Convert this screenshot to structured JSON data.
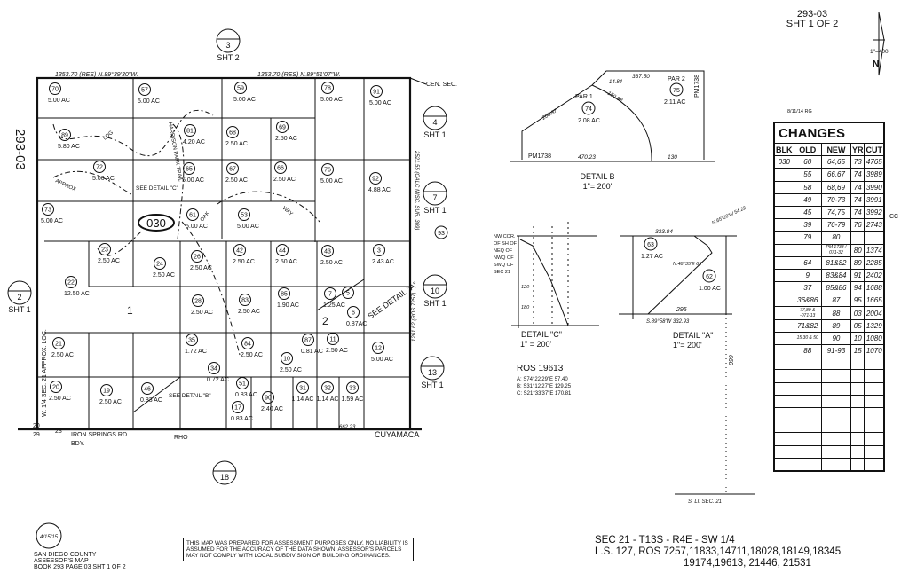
{
  "header": {
    "map_number": "293-03",
    "sheet": "SHT 1 OF 2",
    "scale": "1\"=400'",
    "north": "N",
    "revision": "8/11/14 RG"
  },
  "side_label": "293-03",
  "block_label": "030",
  "boundary_labels": {
    "north_left": "1353.70 (RES)   N.89°39'30\"W.",
    "north_right": "1353.70 (RES)   N.89°51'07\"W.",
    "cen_sec": "CEN. SEC.",
    "east": "2521.55 (CALC MISC. SUR. 369)",
    "east_lower": "1261.62 (ROS 7257)",
    "west": "W. 1/4 SEC. 21  APPROX. LOC.",
    "iron_springs": "IRON SPRINGS RD.",
    "bdy": "BDY.",
    "rho": "RHO",
    "cuyamaca": "CUYAMACA",
    "south_dim": "662.23",
    "corner_20": "20",
    "corner_29": "29",
    "corner_28": "28",
    "harrison_park_trail": "HARRISON PARK TRAIL",
    "log": "LOG",
    "way": "WAY",
    "oak": "OAK",
    "approx": "APPROX",
    "see_detail_c": "SEE DETAIL \"C\"",
    "see_detail_b": "SEE DETAIL \"B\"",
    "see_detail_a": "SEE DETAIL \"A\"",
    "lot_1": "1",
    "lot_2": "2"
  },
  "sheet_refs": [
    {
      "num": "3",
      "sht": "SHT 2"
    },
    {
      "num": "4",
      "sht": "SHT 1"
    },
    {
      "num": "7",
      "sht": "SHT 1"
    },
    {
      "num": "10",
      "sht": "SHT 1"
    },
    {
      "num": "13",
      "sht": "SHT 1"
    },
    {
      "num": "18",
      "sht": ""
    },
    {
      "num": "2",
      "sht": "SHT 1"
    },
    {
      "num": "93",
      "sht": ""
    }
  ],
  "parcels": [
    {
      "num": "70",
      "ac": "5.00 AC"
    },
    {
      "num": "57",
      "ac": "5.00 AC"
    },
    {
      "num": "59",
      "ac": "5.00 AC"
    },
    {
      "num": "78",
      "ac": "5.00 AC"
    },
    {
      "num": "91",
      "ac": "5.00 AC"
    },
    {
      "num": "89",
      "ac": "5.80 AC"
    },
    {
      "num": "81",
      "ac": "4.20 AC"
    },
    {
      "num": "68",
      "ac": "2.50 AC"
    },
    {
      "num": "69",
      "ac": "2.50 AC"
    },
    {
      "num": "72",
      "ac": "5.00 AC"
    },
    {
      "num": "65",
      "ac": "5.00 AC"
    },
    {
      "num": "67",
      "ac": "2.50 AC"
    },
    {
      "num": "66",
      "ac": "2.50 AC"
    },
    {
      "num": "76",
      "ac": "5.00 AC"
    },
    {
      "num": "92",
      "ac": "4.88 AC"
    },
    {
      "num": "73",
      "ac": "5.00 AC"
    },
    {
      "num": "61",
      "ac": "5.00 AC"
    },
    {
      "num": "53",
      "ac": "5.00 AC"
    },
    {
      "num": "23",
      "ac": "2.50 AC"
    },
    {
      "num": "24",
      "ac": "2.50 AC"
    },
    {
      "num": "26",
      "ac": "2.50 AC"
    },
    {
      "num": "42",
      "ac": "2.50 AC"
    },
    {
      "num": "44",
      "ac": "2.50 AC"
    },
    {
      "num": "43",
      "ac": "2.50 AC"
    },
    {
      "num": "3",
      "ac": "2.43 AC"
    },
    {
      "num": "22",
      "ac": "12.50 AC"
    },
    {
      "num": "28",
      "ac": "2.50 AC"
    },
    {
      "num": "83",
      "ac": "2.50 AC"
    },
    {
      "num": "85",
      "ac": "1.90 AC"
    },
    {
      "num": "7",
      "ac": "1.25 AC"
    },
    {
      "num": "5",
      "ac": ""
    },
    {
      "num": "6",
      "ac": "0.87AC"
    },
    {
      "num": "21",
      "ac": "2.50 AC"
    },
    {
      "num": "35",
      "ac": "1.72 AC"
    },
    {
      "num": "34",
      "ac": "0.72 AC"
    },
    {
      "num": "84",
      "ac": "2.50 AC"
    },
    {
      "num": "87",
      "ac": "0.81 AC"
    },
    {
      "num": "10",
      "ac": "2.50 AC"
    },
    {
      "num": "11",
      "ac": "2.50 AC"
    },
    {
      "num": "12",
      "ac": "5.00 AC"
    },
    {
      "num": "20",
      "ac": "2.50 AC"
    },
    {
      "num": "19",
      "ac": "2.50 AC"
    },
    {
      "num": "46",
      "ac": "0.83 AC"
    },
    {
      "num": "51",
      "ac": "0.83 AC"
    },
    {
      "num": "17",
      "ac": "0.83 AC"
    },
    {
      "num": "90",
      "ac": "2.40 AC"
    },
    {
      "num": "31",
      "ac": "1.14 AC"
    },
    {
      "num": "32",
      "ac": "1.14 AC"
    },
    {
      "num": "33",
      "ac": "1.59 AC"
    }
  ],
  "detail_b": {
    "title": "DETAIL B",
    "scale": "1\"= 200'",
    "par1": "PAR 1",
    "p74": "74",
    "ac74": "2.08 AC",
    "par2": "PAR 2",
    "p75": "75",
    "ac75": "2.11 AC",
    "pm": "PM1738",
    "pm2": "PM1738",
    "d1": "470.23",
    "d2": "130",
    "d3": "337.50",
    "d4": "208.87",
    "d5": "150.98",
    "d6": "14.84"
  },
  "detail_c": {
    "title": "DETAIL \"C\"",
    "scale": "1\" = 200'",
    "note": [
      "NW COR.",
      "OF SH OF",
      "NEQ OF",
      "NWQ OF",
      "SWQ OF",
      "SEC 21"
    ],
    "d1": "120",
    "d2": "180"
  },
  "detail_a": {
    "title": "DETAIL \"A\"",
    "scale": "1\"= 200'",
    "p63": "63",
    "ac63": "1.27 AC",
    "p62": "62",
    "ac62": "1.00 AC",
    "d1": "333.84",
    "d2": "295",
    "d3": "S.89°58'W   332.93",
    "d4": "N.48°35'E 65'",
    "d5": "N.65°20'W 54.22",
    "d6": "660"
  },
  "ros": {
    "title": "ROS 19613",
    "lines": [
      "A:  S74°22'29\"E   57.40",
      "B:  S31°12'27\"E   129.25",
      "C:  S21°33'37\"E   170.81"
    ]
  },
  "section_line": "S. LI. SEC. 21",
  "changes": {
    "title": "CHANGES",
    "columns": [
      "BLK",
      "OLD",
      "NEW",
      "YR",
      "CUT"
    ],
    "rows": [
      [
        "030",
        "60",
        "64,65",
        "73",
        "4765"
      ],
      [
        "",
        "55",
        "66,67",
        "74",
        "3989"
      ],
      [
        "",
        "58",
        "68,69",
        "74",
        "3990"
      ],
      [
        "",
        "49",
        "70-73",
        "74",
        "3991"
      ],
      [
        "",
        "45",
        "74,75",
        "74",
        "3992"
      ],
      [
        "",
        "39",
        "76-79",
        "76",
        "2743"
      ],
      [
        "",
        "79",
        "80",
        "",
        ""
      ],
      [
        "",
        "",
        "PM 1738 / 071-32",
        "80",
        "1374"
      ],
      [
        "",
        "64",
        "81&82",
        "89",
        "2285"
      ],
      [
        "",
        "9",
        "83&84",
        "91",
        "2402"
      ],
      [
        "",
        "37",
        "85&86",
        "94",
        "1688"
      ],
      [
        "",
        "36&86",
        "87",
        "95",
        "1665"
      ],
      [
        "",
        "77,80 & -071-13",
        "88",
        "03",
        "2004"
      ],
      [
        "",
        "71&82",
        "89",
        "05",
        "1329"
      ],
      [
        "",
        "15,30 & 50",
        "90",
        "10",
        "1080"
      ],
      [
        "",
        "88",
        "91-93",
        "15",
        "1070"
      ],
      [
        "",
        "",
        "",
        "",
        ""
      ],
      [
        "",
        "",
        "",
        "",
        ""
      ],
      [
        "",
        "",
        "",
        "",
        ""
      ],
      [
        "",
        "",
        "",
        "",
        ""
      ],
      [
        "",
        "",
        "",
        "",
        ""
      ],
      [
        "",
        "",
        "",
        "",
        ""
      ],
      [
        "",
        "",
        "",
        "",
        ""
      ],
      [
        "",
        "",
        "",
        "",
        ""
      ],
      [
        "",
        "",
        "",
        "",
        ""
      ]
    ],
    "cc_note": "CC"
  },
  "footer": {
    "stamp": "4/15/15",
    "county": "SAN DIEGO COUNTY",
    "map_type": "ASSESSOR'S MAP",
    "book": "BOOK 293 PAGE 03 SHT 1 OF 2",
    "disclaimer": "THIS MAP WAS PREPARED FOR ASSESSMENT PURPOSES ONLY. NO LIABILITY IS ASSUMED FOR THE ACCURACY OF THE DATA SHOWN. ASSESSOR'S PARCELS MAY NOT COMPLY WITH LOCAL SUBDIVISION OR BUILDING ORDINANCES.",
    "section": "SEC  21 - T13S - R4E - SW 1/4",
    "ls_ros": "L.S. 127, ROS  7257,11833,14711,18028,18149,18345",
    "ros_more": "19174,19613, 21446, 21531"
  }
}
